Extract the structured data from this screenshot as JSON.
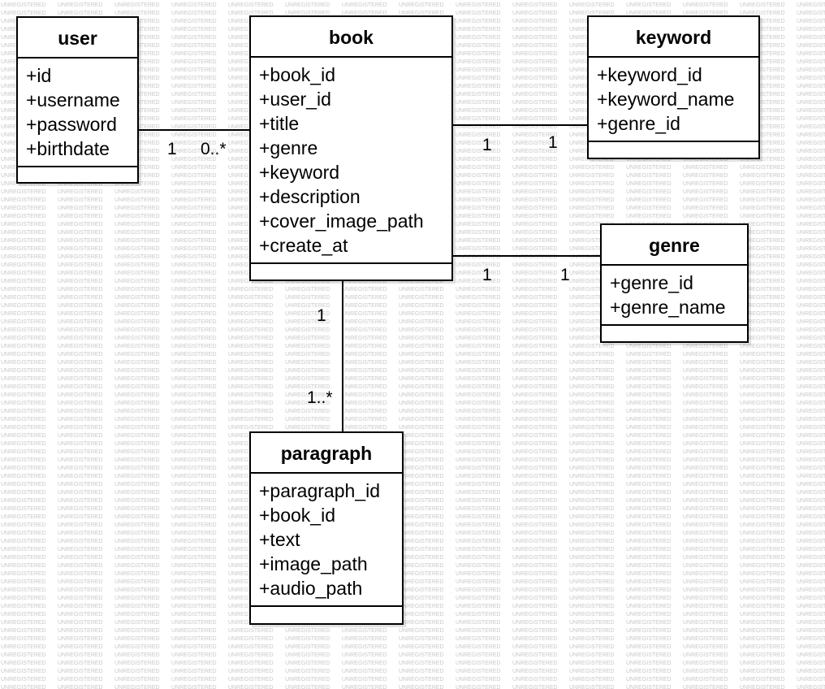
{
  "watermark_text": "UNREGISTERED",
  "classes": {
    "user": {
      "name": "user",
      "attributes": [
        "+id",
        "+username",
        "+password",
        "+birthdate"
      ]
    },
    "book": {
      "name": "book",
      "attributes": [
        "+book_id",
        "+user_id",
        "+title",
        "+genre",
        "+keyword",
        "+description",
        "+cover_image_path",
        "+create_at"
      ]
    },
    "keyword": {
      "name": "keyword",
      "attributes": [
        "+keyword_id",
        "+keyword_name",
        "+genre_id"
      ]
    },
    "genre": {
      "name": "genre",
      "attributes": [
        "+genre_id",
        "+genre_name"
      ]
    },
    "paragraph": {
      "name": "paragraph",
      "attributes": [
        "+paragraph_id",
        "+book_id",
        "+text",
        "+image_path",
        "+audio_path"
      ]
    }
  },
  "associations": {
    "user_book": {
      "user_end": "1",
      "book_end": "0..*"
    },
    "book_keyword": {
      "book_end": "1",
      "keyword_end": "1"
    },
    "book_genre": {
      "book_end": "1",
      "genre_end": "1"
    },
    "book_paragraph": {
      "book_end": "1",
      "paragraph_end": "1..*"
    }
  }
}
